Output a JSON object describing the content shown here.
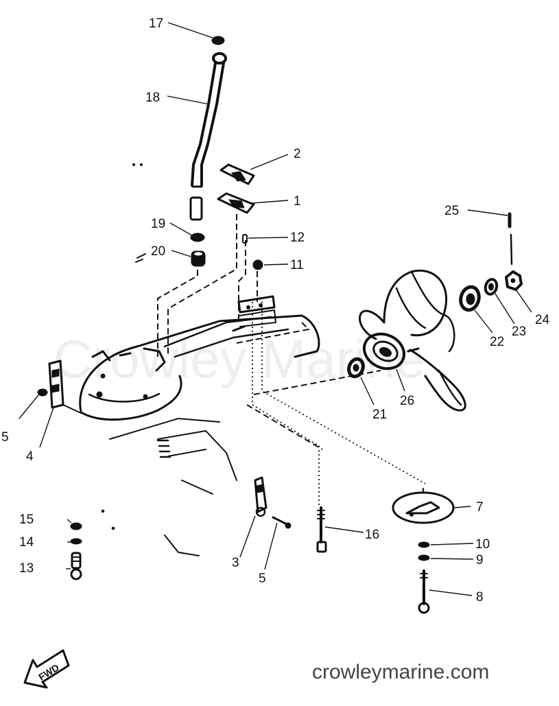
{
  "watermark": "Crowley Marine",
  "site_url": "crowleymarine.com",
  "fwd_label": "FWD",
  "colors": {
    "ink": "#111111",
    "watermark": "#eeeeee",
    "site_text": "#444444"
  },
  "part_labels": {
    "p1": "1",
    "p2": "2",
    "p3": "3",
    "p4": "4",
    "p5": "5",
    "p5b": "5",
    "p7": "7",
    "p8": "8",
    "p9": "9",
    "p10": "10",
    "p11": "11",
    "p12": "12",
    "p13": "13",
    "p14": "14",
    "p15": "15",
    "p16": "16",
    "p17": "17",
    "p18": "18",
    "p19": "19",
    "p20": "20",
    "p21": "21",
    "p22": "22",
    "p23": "23",
    "p24": "24",
    "p25": "25",
    "p26": "26"
  }
}
